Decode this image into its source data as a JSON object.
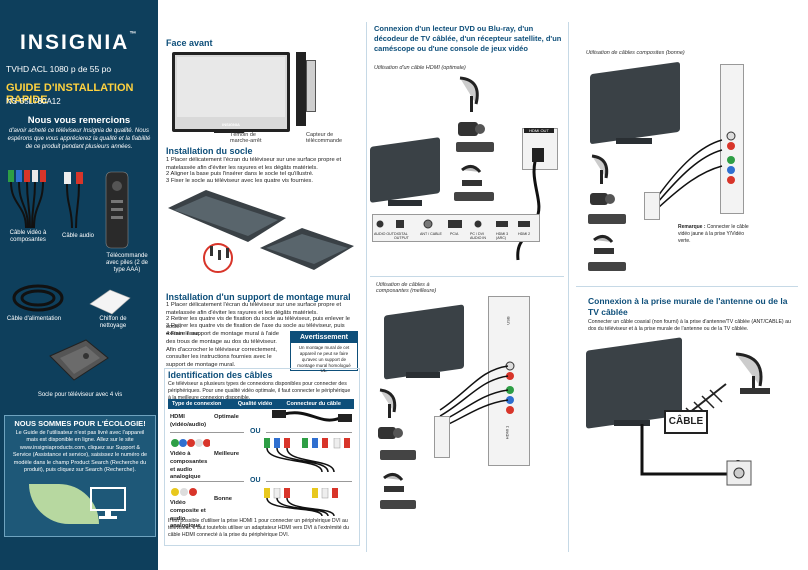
{
  "sidebar": {
    "logo": "INSIGNIA",
    "tm": "™",
    "model_line": "TVHD ACL 1080 p de 55 po",
    "guide_title": "GUIDE D'INSTALLATION RAPIDE",
    "model_number": "NS-55L780A12",
    "thanks_title": "Nous vous remercions",
    "thanks_text": "d'avoir acheté ce téléviseur Insignia de qualité. Nous espérons que vous apprécierez la qualité et la fiabilité de ce produit pendant plusieurs années.",
    "accessories": [
      "Câble vidéo à composantes",
      "Câble audio",
      "Télécommande avec piles (2 de type AAA)",
      "Câble d'alimentation",
      "Chiffon de nettoyage",
      "Socle pour téléviseur avec 4 vis"
    ],
    "eco_title": "NOUS SOMMES POUR L'ÉCOLOGIE!",
    "eco_text": "Le Guide de l'utilisateur n'est pas livré avec l'appareil mais est disponible en ligne. Allez sur le site www.insigniaproducts.com, cliquez sur Support & Service (Assistance et service), saisissez le numéro de modèle dans le champ Product Search (Recherche du produit), puis cliquez sur Search (Recherche)."
  },
  "front": {
    "title": "Face avant",
    "brand": "INSIGNIA",
    "label_power": "Témoin de marche-arrêt",
    "label_remote": "Capteur de télécommande"
  },
  "stand": {
    "title": "Installation du socle",
    "steps": [
      "1 Placer délicatement l'écran du téléviseur sur une surface propre et matelassée afin d'éviter les rayures et les dégâts matériels.",
      "2 Aligner la base puis l'insérer dans le socle tel qu'illustré.",
      "3 Fixer le socle au téléviseur avec les quatre vis fournies."
    ]
  },
  "wall": {
    "title": "Installation d'un support de montage mural",
    "steps": [
      "1 Placer délicatement l'écran du téléviseur sur une surface propre et matelassée afin d'éviter les rayures et les dégâts matériels.",
      "2 Retirer les quatre vis de fixation du socle au téléviseur, puis enlever le socle.",
      "3 Retirer les quatre vis de fixation de l'axe du socle au téléviseur, puis extraire l'axe.",
      "4 Fixer le support de montage mural à l'aide des trous de montage au dos du téléviseur. Afin d'accrocher le téléviseur correctement, consulter les instructions fournies avec le support de montage mural."
    ],
    "warn_title": "Avertissement",
    "warn_text": "Un montage mural de cet appareil ne peut se faire qu'avec un support de montage mural homologué UL."
  },
  "cables": {
    "title": "Identification des câbles",
    "intro": "Ce téléviseur a plusieurs types de connexions disponibles pour connecter des périphériques. Pour une qualité vidéo optimale, il faut connecter le périphérique à la meilleure connexion disponible.",
    "headers": [
      "Type de connexion",
      "Qualité vidéo",
      "Connecteur du câble"
    ],
    "rows": [
      {
        "type": "HDMI (vidéo/audio)",
        "quality": "Optimale"
      },
      {
        "type": "Vidéo à composantes et audio analogique",
        "quality": "Meilleure"
      },
      {
        "type": "Vidéo composite et audio analogique",
        "quality": "Bonne"
      }
    ],
    "or": "OU",
    "footer": "Il est possible d'utiliser la prise HDMI 1 pour connecter un périphérique DVI au téléviseur. Il faut toutefois utiliser un adaptateur HDMI vers DVI à l'extrémité du câble HDMI connecté à la prise du périphérique DVI."
  },
  "dvd": {
    "title": "Connexion d'un lecteur DVD ou Blu-ray, d'un décodeur de TV câblée, d'un récepteur satellite, d'un caméscope ou d'une console de jeux vidéo",
    "hdmi_caption": "Utilisation d'un câble HDMI (optimale)",
    "hdmi_out": "HDMI OUT",
    "port_labels": [
      "AUDIO OUT",
      "DIGITAL OUTPUT",
      "ANT / CABLE",
      "PC/A",
      "PC / DVI AUDIO IN",
      "HDMI 3 (ARC)",
      "HDMI 2"
    ],
    "comp_caption": "Utilisation de câbles à composantes (meilleure)",
    "hdmi1": "HDMI 1",
    "usb": "USB"
  },
  "composite": {
    "caption": "Utilisation de câbles composites (bonne)",
    "note_bold": "Remarque :",
    "note": "Connecter le câble vidéo jaune à la prise Y/Vidéo verte."
  },
  "antenna": {
    "title": "Connexion à la prise murale de l'antenne ou de la TV câblée",
    "text": "Connecter un câble coaxial (non fourni) à la prise d'antenne/TV câblée (ANT/CABLE) au dos du téléviseur et à la prise murale de l'antenne ou de la TV câblée.",
    "cable_label": "CÂBLE"
  }
}
